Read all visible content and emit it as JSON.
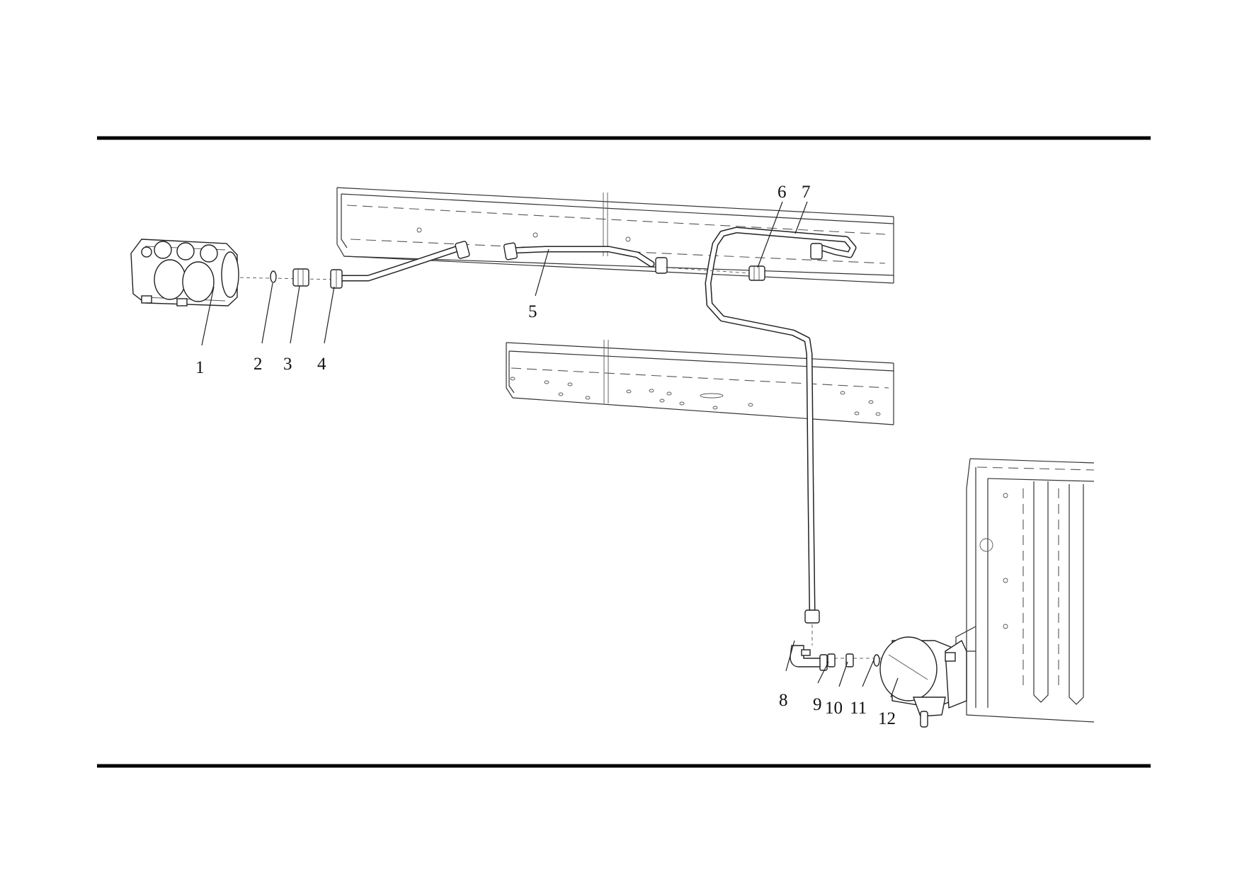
{
  "callouts": [
    {
      "label": "1",
      "target": "clutch-booster"
    },
    {
      "label": "2",
      "target": "o-ring"
    },
    {
      "label": "3",
      "target": "adapter-fitting"
    },
    {
      "label": "4",
      "target": "tube-nut"
    },
    {
      "label": "5",
      "target": "front-pipe"
    },
    {
      "label": "6",
      "target": "union-fitting"
    },
    {
      "label": "7",
      "target": "rear-pipe"
    },
    {
      "label": "8",
      "target": "elbow-fitting"
    },
    {
      "label": "9",
      "target": "ring"
    },
    {
      "label": "10",
      "target": "sleeve"
    },
    {
      "label": "11",
      "target": "seal-ring"
    },
    {
      "label": "12",
      "target": "master-cylinder-reservoir"
    }
  ]
}
